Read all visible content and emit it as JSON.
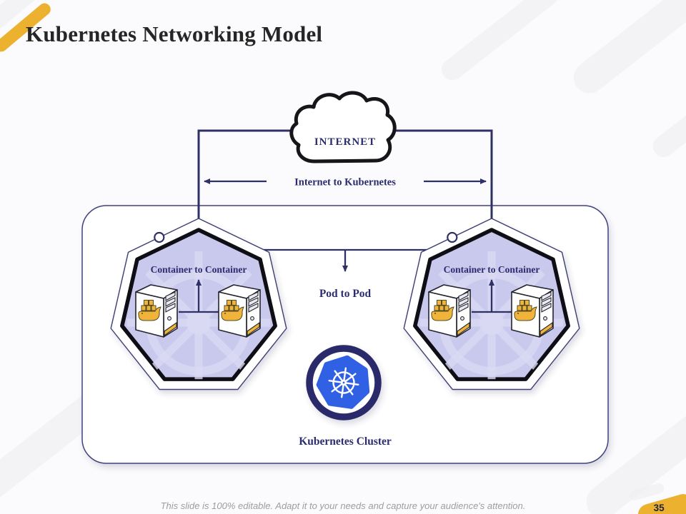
{
  "slide": {
    "title": "Kubernetes Networking Model",
    "page_number": "35",
    "footer_note": "This slide is 100% editable. Adapt it to your needs and capture your audience's attention."
  },
  "diagram": {
    "internet": {
      "label": "INTERNET"
    },
    "connections": {
      "internet_to_kubernetes": "Internet  to Kubernetes",
      "pod_to_pod": "Pod to Pod",
      "container_to_container_left": "Container to Container",
      "container_to_container_right": "Container to Container"
    },
    "cluster": {
      "label": "Kubernetes Cluster"
    }
  },
  "icons": {
    "cloud": "internet-cloud-icon",
    "docker_server": "docker-server-icon",
    "kubernetes_logo": "kubernetes-wheel-icon",
    "connection_node": "node-ring-icon",
    "page_badge": "yellow-corner-badge"
  },
  "colors": {
    "navy": "#2f3166",
    "navy_text": "#2c2d6e",
    "title_color": "#262626",
    "cluster_border": "#41437a",
    "hept_fill": "#c9c9ee",
    "hept_stroke": "#0e0e14",
    "watermark": "#d9d9f4",
    "k8s_blue": "#3060e4",
    "k8s_ring": "#292b6b",
    "accent_yellow": "#ecb22f",
    "docker_yellow": "#f0b43a",
    "footer_gray": "#9d9da1",
    "deco_gray": "#ececf0"
  }
}
